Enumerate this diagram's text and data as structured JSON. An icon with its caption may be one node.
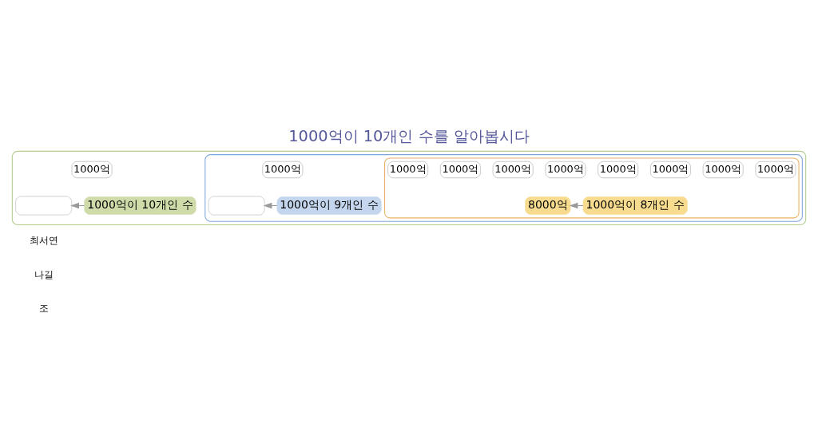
{
  "diagram": {
    "title": "1000억이 10개인 수를 알아봅시다",
    "nodes": [
      {
        "text": [],
        "shape": "box"
      },
      {
        "text": [],
        "shape": "box",
        "in": 0
      },
      {
        "text": [],
        "shape": "box",
        "in": 1
      },
      {
        "text": [
          "1000억"
        ],
        "in": 2
      },
      {
        "text": [
          "1000억"
        ],
        "in": 2
      },
      {
        "text": [
          "1000억"
        ],
        "in": 2
      },
      {
        "text": [
          "1000억"
        ],
        "in": 2
      },
      {
        "text": [
          "1000억"
        ],
        "in": 2
      },
      {
        "text": [
          "1000억"
        ],
        "in": 2
      },
      {
        "text": [
          "1000억"
        ],
        "in": 2
      },
      {
        "text": [
          "1000억"
        ],
        "in": 2
      },
      {
        "text": [
          "1000억"
        ],
        "in": 1
      },
      {
        "text": [
          "1000억"
        ],
        "in": 0
      },
      {
        "text": [
          "1000억이 8개인 수"
        ],
        "in": 2
      },
      {
        "text": [
          "8000억"
        ],
        "in": 2
      },
      {
        "text": [
          "1000억이 9개인 수"
        ],
        "in": 1
      },
      {
        "text": [],
        "shape": "box",
        "in": 1
      },
      {
        "text": [
          "1000억이 10개인 수"
        ],
        "in": 0
      },
      {
        "text": [],
        "shape": "box",
        "in": 0
      }
    ],
    "edges": [
      {
        "from": 13,
        "to": 14,
        "arrow": "to"
      },
      {
        "from": 15,
        "to": 16,
        "arrow": "to"
      },
      {
        "from": 17,
        "to": 18,
        "arrow": "to"
      }
    ],
    "labels": [
      "최서연",
      "나길",
      "조"
    ]
  }
}
